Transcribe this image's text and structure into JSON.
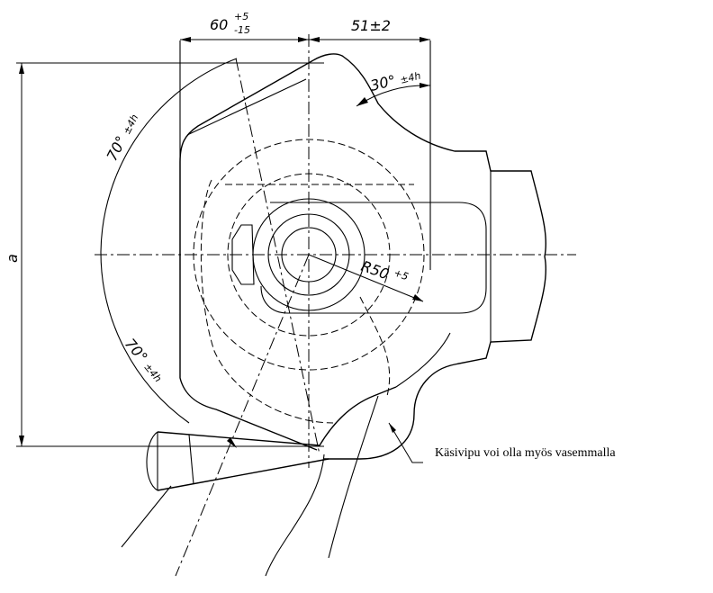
{
  "dimensions": {
    "left_width": {
      "main": "60",
      "upper_tol": "+5",
      "lower_tol": "-15"
    },
    "right_width": "51±2",
    "angle_top": {
      "value": "30°",
      "tol": "±4h"
    },
    "angle_upper_left": {
      "value": "70°",
      "tol": "±4h"
    },
    "angle_lower_left": {
      "value": "70°",
      "tol": "±4h"
    },
    "radius": {
      "value": "R50",
      "tol": "+5"
    },
    "height": "a"
  },
  "annotation": "Käsivipu voi olla myös vasemmalla"
}
